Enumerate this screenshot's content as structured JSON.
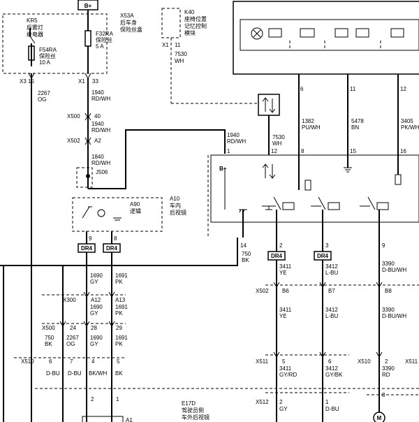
{
  "power": {
    "label": "B+"
  },
  "relay": {
    "code": "KR5",
    "name1": "后雾灯",
    "name2": "继电器"
  },
  "fuse_f54": {
    "code": "F54RA",
    "name": "保险丝",
    "rating": "10 A"
  },
  "fuse_block": {
    "code": "X53A",
    "name1": "后车身",
    "name2": "保险丝盒"
  },
  "fuse_f32": {
    "code": "F32RA",
    "name": "保险丝",
    "rating": "5 A"
  },
  "seat_module": {
    "code": "K40",
    "name1": "座椅位置",
    "name2": "记忆控制",
    "name3": "模块"
  },
  "connectors": {
    "x3": "X3",
    "x3_pin": "15",
    "x1": "X1",
    "x1_pin": "33",
    "x1b": "X1",
    "x1b_pin": "11",
    "x500": "X500",
    "x500_pin": "40",
    "x502": "X502",
    "x502_pin": "A2",
    "j506": "J506",
    "x300": "X300",
    "x300_a12": "A12",
    "x300_a13": "A13",
    "x500b": "X500",
    "x500b_p24": "24",
    "x500b_p28": "28",
    "x500b_p29": "29",
    "x510": "X510",
    "x510_p6": "6",
    "x510_p7": "7",
    "x510_p4": "4",
    "x510_p5": "5",
    "x502b": "X502",
    "x502b_b6": "B6",
    "x502b_b7": "B7",
    "x502b_b8": "B8",
    "x511": "X511",
    "x511_p5": "5",
    "x511_p6": "6",
    "x510b": "X510",
    "x510b_p2": "2",
    "x511b": "X511",
    "x512": "X512",
    "x512_p2": "2",
    "x512_p1": "1"
  },
  "wires": {
    "w2267": "2267",
    "og": "OG",
    "w1940a": "1940",
    "rdwh": "RD/WH",
    "w1940b": "1940",
    "rdwh_b": "RD/WH",
    "w1840": "1840",
    "rdwh_c": "RD/WH",
    "w1940c": "1940",
    "rdwh_d": "RD/WH",
    "w7530": "7530",
    "wh": "WH",
    "w7530b": "7530",
    "wh_b": "WH",
    "w1382": "1382",
    "puwh": "PU/WH",
    "w5478": "5478",
    "bn": "BN",
    "w3405": "3405",
    "pkwh": "PK/WH",
    "w1690a": "1690",
    "gy_a": "GY",
    "w1691a": "1691",
    "pk_a": "PK",
    "w1690b": "1690",
    "gy_b": "GY",
    "w1691b": "1691",
    "pk_b": "PK",
    "w750": "750",
    "bk": "BK",
    "w750b": "750",
    "bk_b": "BK",
    "w2267b": "2267",
    "og_b": "OG",
    "w1690c": "1690",
    "gy_c": "GY",
    "w1691c": "1691",
    "pk_c": "PK",
    "dbu1": "D-BU",
    "dbu2": "D-BU",
    "bkwh": "BK/WH",
    "bk_c": "BK",
    "w3411a": "3411",
    "ye_a": "YE",
    "w3412a": "3412",
    "lbu_a": "L-BU",
    "w3390a": "3390",
    "dbuwh_a": "D-BU/WH",
    "w3411b": "3411",
    "ye_b": "YE",
    "w3412b": "3412",
    "lbu_b": "L-BU",
    "w3390b": "3390",
    "dbuwh_b": "D-BU/WH",
    "w3411c": "3411",
    "gyrd": "GY/RD",
    "w3412c": "3412",
    "gybk": "GY/BK",
    "w3390c": "3390",
    "rd": "RD",
    "gy_d": "GY",
    "dbu3": "D-BU"
  },
  "pins": {
    "p6": "6",
    "p11": "11",
    "p12": "12",
    "p1": "1",
    "p12b": "12",
    "p8": "8",
    "p15": "15",
    "p16": "16",
    "p9": "9",
    "p8b": "8",
    "p14": "14",
    "p2": "2",
    "p3": "3",
    "p9b": "9",
    "e_p2": "2",
    "e_p1": "1",
    "m_p8": "8",
    "e_a1": "A1"
  },
  "mirror": {
    "code": "A10",
    "name1": "车内",
    "name2": "后视镜",
    "logic_code": "A90",
    "logic_name": "逻辑",
    "bplus": "B+"
  },
  "dr4": [
    "DR4",
    "DR4",
    "DR4",
    "DR4"
  ],
  "e17d": {
    "code": "E17D",
    "name1": "驾驶员侧",
    "name2": "车外后视镜"
  },
  "motor": {
    "symbol": "M"
  }
}
